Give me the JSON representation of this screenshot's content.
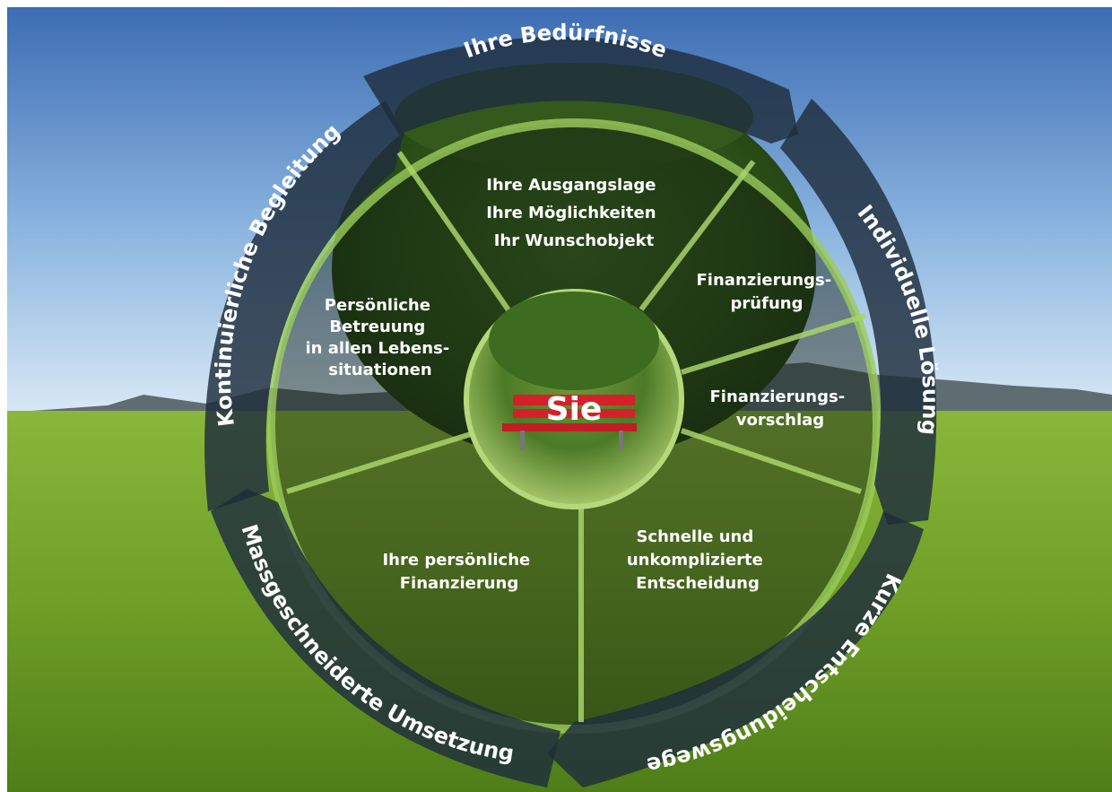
{
  "outer_ring": [
    {
      "label": "Ihre Bedürfnisse"
    },
    {
      "label": "Individuelle Lösung"
    },
    {
      "label": "Kurze Entscheidungswege"
    },
    {
      "label": "Massgeschneiderte Umsetzung"
    },
    {
      "label": "Kontinuierliche Begleitung"
    }
  ],
  "segments": [
    {
      "lines": [
        "Ihre Ausgangslage",
        "Ihre Möglichkeiten",
        "Ihr Wunschobjekt"
      ]
    },
    {
      "lines": [
        "Finanzierungs-",
        "prüfung"
      ]
    },
    {
      "lines": [
        "Finanzierungs-",
        "vorschlag"
      ]
    },
    {
      "lines": [
        "Schnelle und",
        "unkomplizierte",
        "Entscheidung"
      ]
    },
    {
      "lines": [
        "Ihre persönliche",
        "Finanzierung"
      ]
    },
    {
      "lines": [
        "Persönliche",
        "Betreuung",
        "in allen Lebens-",
        "situationen"
      ]
    }
  ],
  "center": {
    "label": "Sie"
  },
  "colors": {
    "ring": "#1f2d3d",
    "center_bench": "#d4202a",
    "sky_top": "#3f6fb5",
    "sky_bottom": "#cfe3f5",
    "grass": "#7fae2c"
  }
}
